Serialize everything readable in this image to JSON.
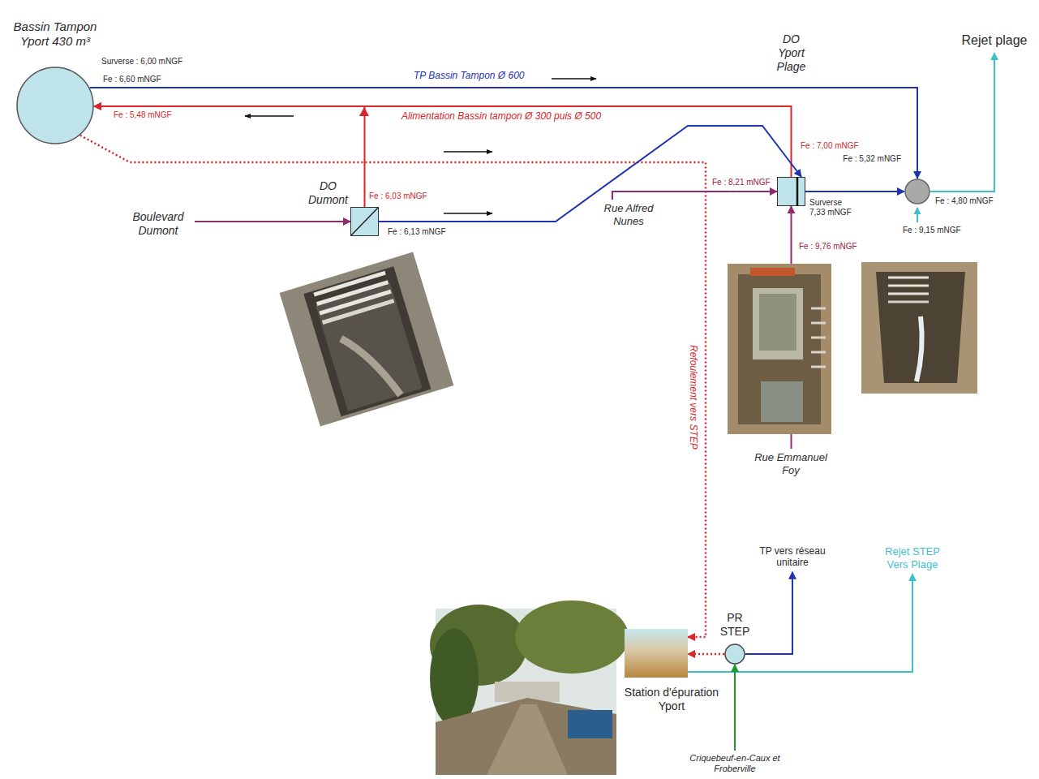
{
  "diagram": {
    "nodes": [
      {
        "text": [
          "Bassin Tampon Yport 430 m³"
        ]
      },
      {
        "text": [
          "Rejet plage"
        ]
      },
      {
        "text": [
          "DO Yport Plage"
        ]
      },
      {
        "text": [
          "Fe : 5,32 mNGF",
          "Fe : 4,80 mNGF",
          "Fe : 9,15 mNGF"
        ]
      },
      {
        "text": [
          "Boulevard Dumont"
        ]
      },
      {
        "text": [
          "DO Dumont"
        ]
      },
      {
        "text": [
          "Rue Alfred Nunes"
        ]
      },
      {
        "text": [
          "Rue Emmanuel Foy"
        ]
      },
      {
        "text": [
          "PR STEP"
        ]
      },
      {
        "text": [
          "TP vers réseau unitaire"
        ]
      },
      {
        "text": [
          "Rejet STEP Vers Plage"
        ]
      },
      {
        "text": [
          "Station d'épuration Yport"
        ]
      },
      {
        "text": [
          "Criquebeuf-en-Caux et Froberville"
        ]
      }
    ],
    "edges": [
      {
        "from": 0,
        "to": 3,
        "arrow": "to",
        "label": "TP Bassin Tampon Ø 600"
      },
      {
        "from": 2,
        "to": 0,
        "arrow": "to",
        "label": "Alimentation Bassin tampon Ø 300 puis Ø 500"
      },
      {
        "from": 5,
        "to": 0,
        "arrow": "to"
      },
      {
        "from": 0,
        "to": 11,
        "arrow": "to",
        "label": "Refoulement vers STEP"
      },
      {
        "from": 5,
        "to": 2,
        "arrow": "to"
      },
      {
        "from": 4,
        "to": 5,
        "arrow": "to"
      },
      {
        "from": 6,
        "to": 2,
        "arrow": "to"
      },
      {
        "from": 7,
        "to": 2,
        "arrow": "to"
      },
      {
        "from": 2,
        "to": 3,
        "arrow": "to"
      },
      {
        "from": 3,
        "to": 1,
        "arrow": "to"
      },
      {
        "from": 8,
        "to": 11,
        "arrow": "to"
      },
      {
        "from": 8,
        "to": 9,
        "arrow": "to"
      },
      {
        "from": 11,
        "to": 10,
        "arrow": "to"
      },
      {
        "from": 12,
        "to": 8,
        "arrow": "to"
      }
    ],
    "labels": [
      "Surverse : 6,00 mNGF",
      "Fe : 6,60 mNGF",
      "Fe : 5,48 mNGF",
      "Fe : 6,03 mNGF",
      "Fe : 6,13 mNGF",
      "Fe : 8,21 mNGF",
      "Fe : 7,00 mNGF",
      "Surverse 7,33 mNGF",
      "Fe : 9,76 mNGF"
    ]
  }
}
